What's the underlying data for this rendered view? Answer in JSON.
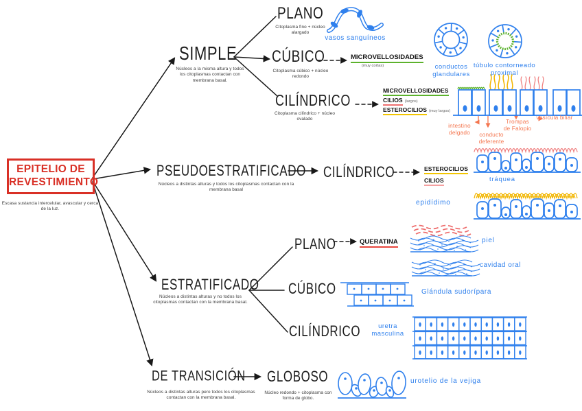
{
  "colors": {
    "red": "#d93026",
    "blue": "#2f80ed",
    "green": "#5cb22c",
    "yellow": "#f2c500",
    "orange": "#f4764f"
  },
  "root": {
    "title1": "EPITELIO DE",
    "title2": "REVESTIMIENTO",
    "note": "Escasa sustancia intercelular, avascular y cerca de la luz."
  },
  "simple": {
    "label": "SIMPLE",
    "note": "Núcleos a la misma altura y todos los citoplasmas contactan con membrana basal.",
    "plano": {
      "label": "PLANO",
      "note": "Citoplasma fino + núcleo alargado",
      "example": "vasos sanguíneos"
    },
    "cubico": {
      "label": "CÚBICO",
      "note": "Citoplasma cúbico + núcleo redondo",
      "feature": "MICROVELLOSIDADES",
      "feature_note": "(muy cortas)",
      "example1": "conductos glandulares",
      "example2": "túbulo contorneado proximal"
    },
    "cilindrico": {
      "label": "CILÍNDRICO",
      "note": "Citoplasma cilíndrico + núcleo ovalado",
      "features": [
        {
          "name": "MICROVELLOSIDADES"
        },
        {
          "name": "CILIOS",
          "note": "(largos)"
        },
        {
          "name": "ESTEROCILIOS",
          "note": "(muy largos)"
        }
      ],
      "examples": [
        "intestino delgado",
        "conducto deferente",
        "Trompas de Falopio",
        "vesícula biliar"
      ]
    }
  },
  "pseudo": {
    "label": "PSEUDOESTRATIFICADO",
    "note": "Núcleos a distintas alturas y todos los citoplasmas contactan con la membrana basal",
    "cilindrico": {
      "label": "CILÍNDRICO",
      "feature1": "ESTEROCILIOS",
      "feature2": "CILIOS",
      "example1": "tráquea",
      "example2": "epidídimo"
    }
  },
  "estrat": {
    "label": "ESTRATIFICADO",
    "note": "Núcleos a distintas alturas y no todos los citoplasmas contactan con la membrana basal.",
    "plano": {
      "label": "PLANO",
      "feature": "QUERATINA",
      "example1": "piel",
      "example2": "cavidad oral"
    },
    "cubico": {
      "label": "CÚBICO",
      "example": "Glándula sudorípara"
    },
    "cilindrico": {
      "label": "CILÍNDRICO",
      "example_line1": "uretra",
      "example_line2": "masculina"
    }
  },
  "transicion": {
    "label": "DE TRANSICIÓN",
    "note": "Núcleos a distintas alturas pero todos los citoplasmas contactan con la membrana basal.",
    "globoso": {
      "label": "GLOBOSO",
      "note": "Núcleo redondo + citoplasma con forma de globo.",
      "example": "urotelio de la vejiga"
    }
  }
}
